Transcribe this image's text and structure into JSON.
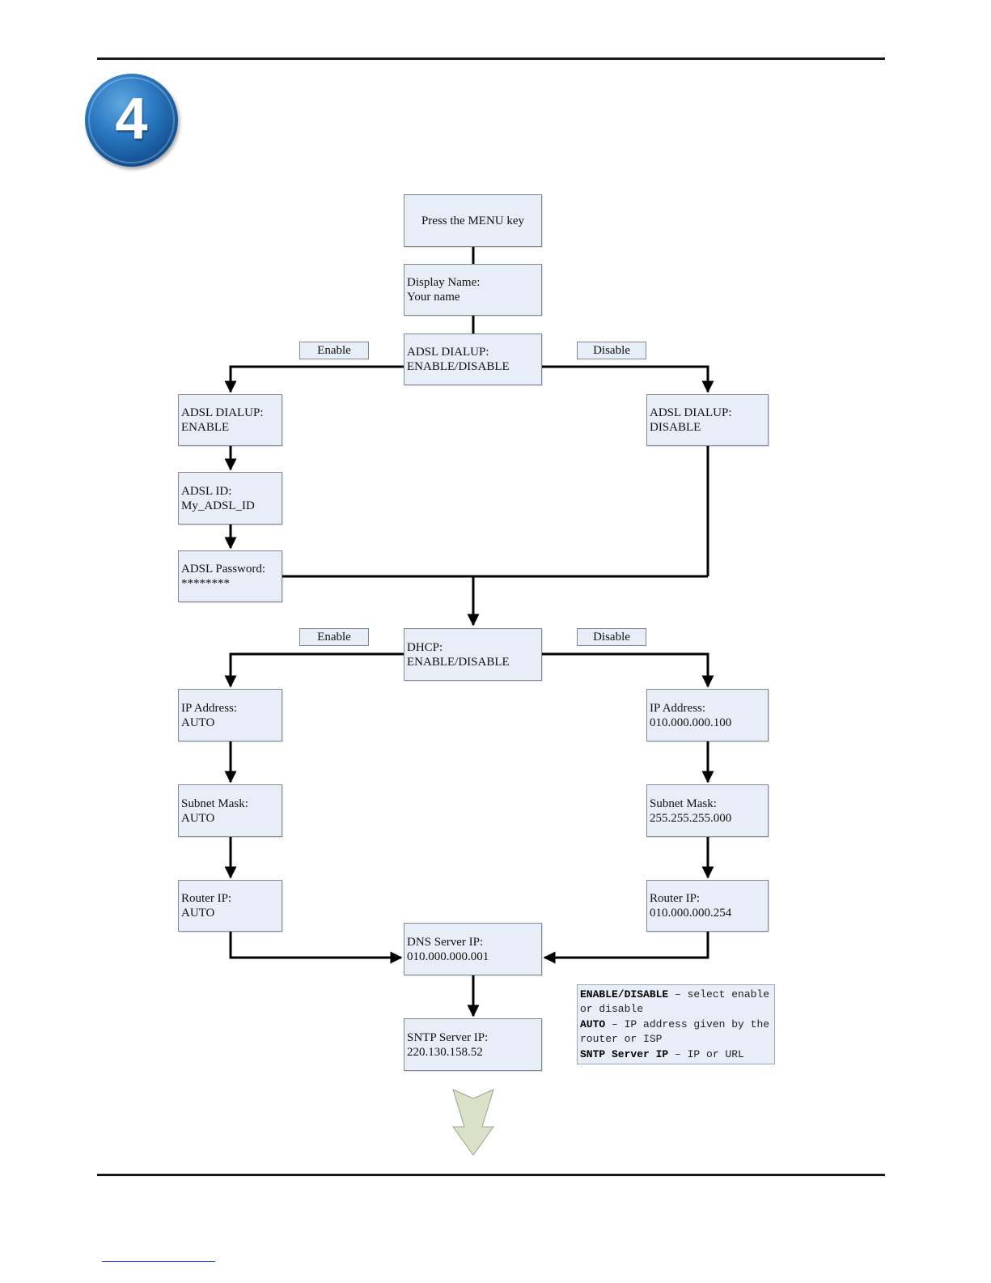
{
  "step_number": "4",
  "boxes": {
    "menu": [
      "Press the MENU key"
    ],
    "display_name": [
      "Display Name:",
      "Your name"
    ],
    "adsl_dialup": [
      "ADSL DIALUP:",
      "ENABLE/DISABLE"
    ],
    "adsl_enable": [
      "ADSL DIALUP:",
      "ENABLE"
    ],
    "adsl_disable": [
      "ADSL DIALUP:",
      "DISABLE"
    ],
    "adsl_id": [
      "ADSL ID:",
      "My_ADSL_ID"
    ],
    "adsl_password": [
      "ADSL Password:",
      "********"
    ],
    "dhcp": [
      "DHCP:",
      "ENABLE/DISABLE"
    ],
    "ip_auto": [
      "IP Address:",
      "AUTO"
    ],
    "ip_static": [
      "IP Address:",
      "010.000.000.100"
    ],
    "subnet_auto": [
      "Subnet Mask:",
      "AUTO"
    ],
    "subnet_static": [
      "Subnet Mask:",
      "255.255.255.000"
    ],
    "router_auto": [
      "Router IP:",
      "AUTO"
    ],
    "router_static": [
      "Router IP:",
      "010.000.000.254"
    ],
    "dns": [
      "DNS Server IP:",
      "010.000.000.001"
    ],
    "sntp": [
      "SNTP Server IP:",
      "220.130.158.52"
    ]
  },
  "tags": {
    "adsl_enable": "Enable",
    "adsl_disable": "Disable",
    "dhcp_enable": "Enable",
    "dhcp_disable": "Disable"
  },
  "legend": {
    "term1": "ENABLE/DISABLE",
    "desc1": " – select enable or disable",
    "term2": "AUTO",
    "desc2": " – IP address given by the router or ISP",
    "term3": "SNTP Server IP",
    "desc3": " – IP or URL"
  },
  "colors": {
    "box_fill": "#e8eef7",
    "box_border": "#7f8a96",
    "next_arrow": "#d9e2c8",
    "badge": "#1f65ab"
  }
}
